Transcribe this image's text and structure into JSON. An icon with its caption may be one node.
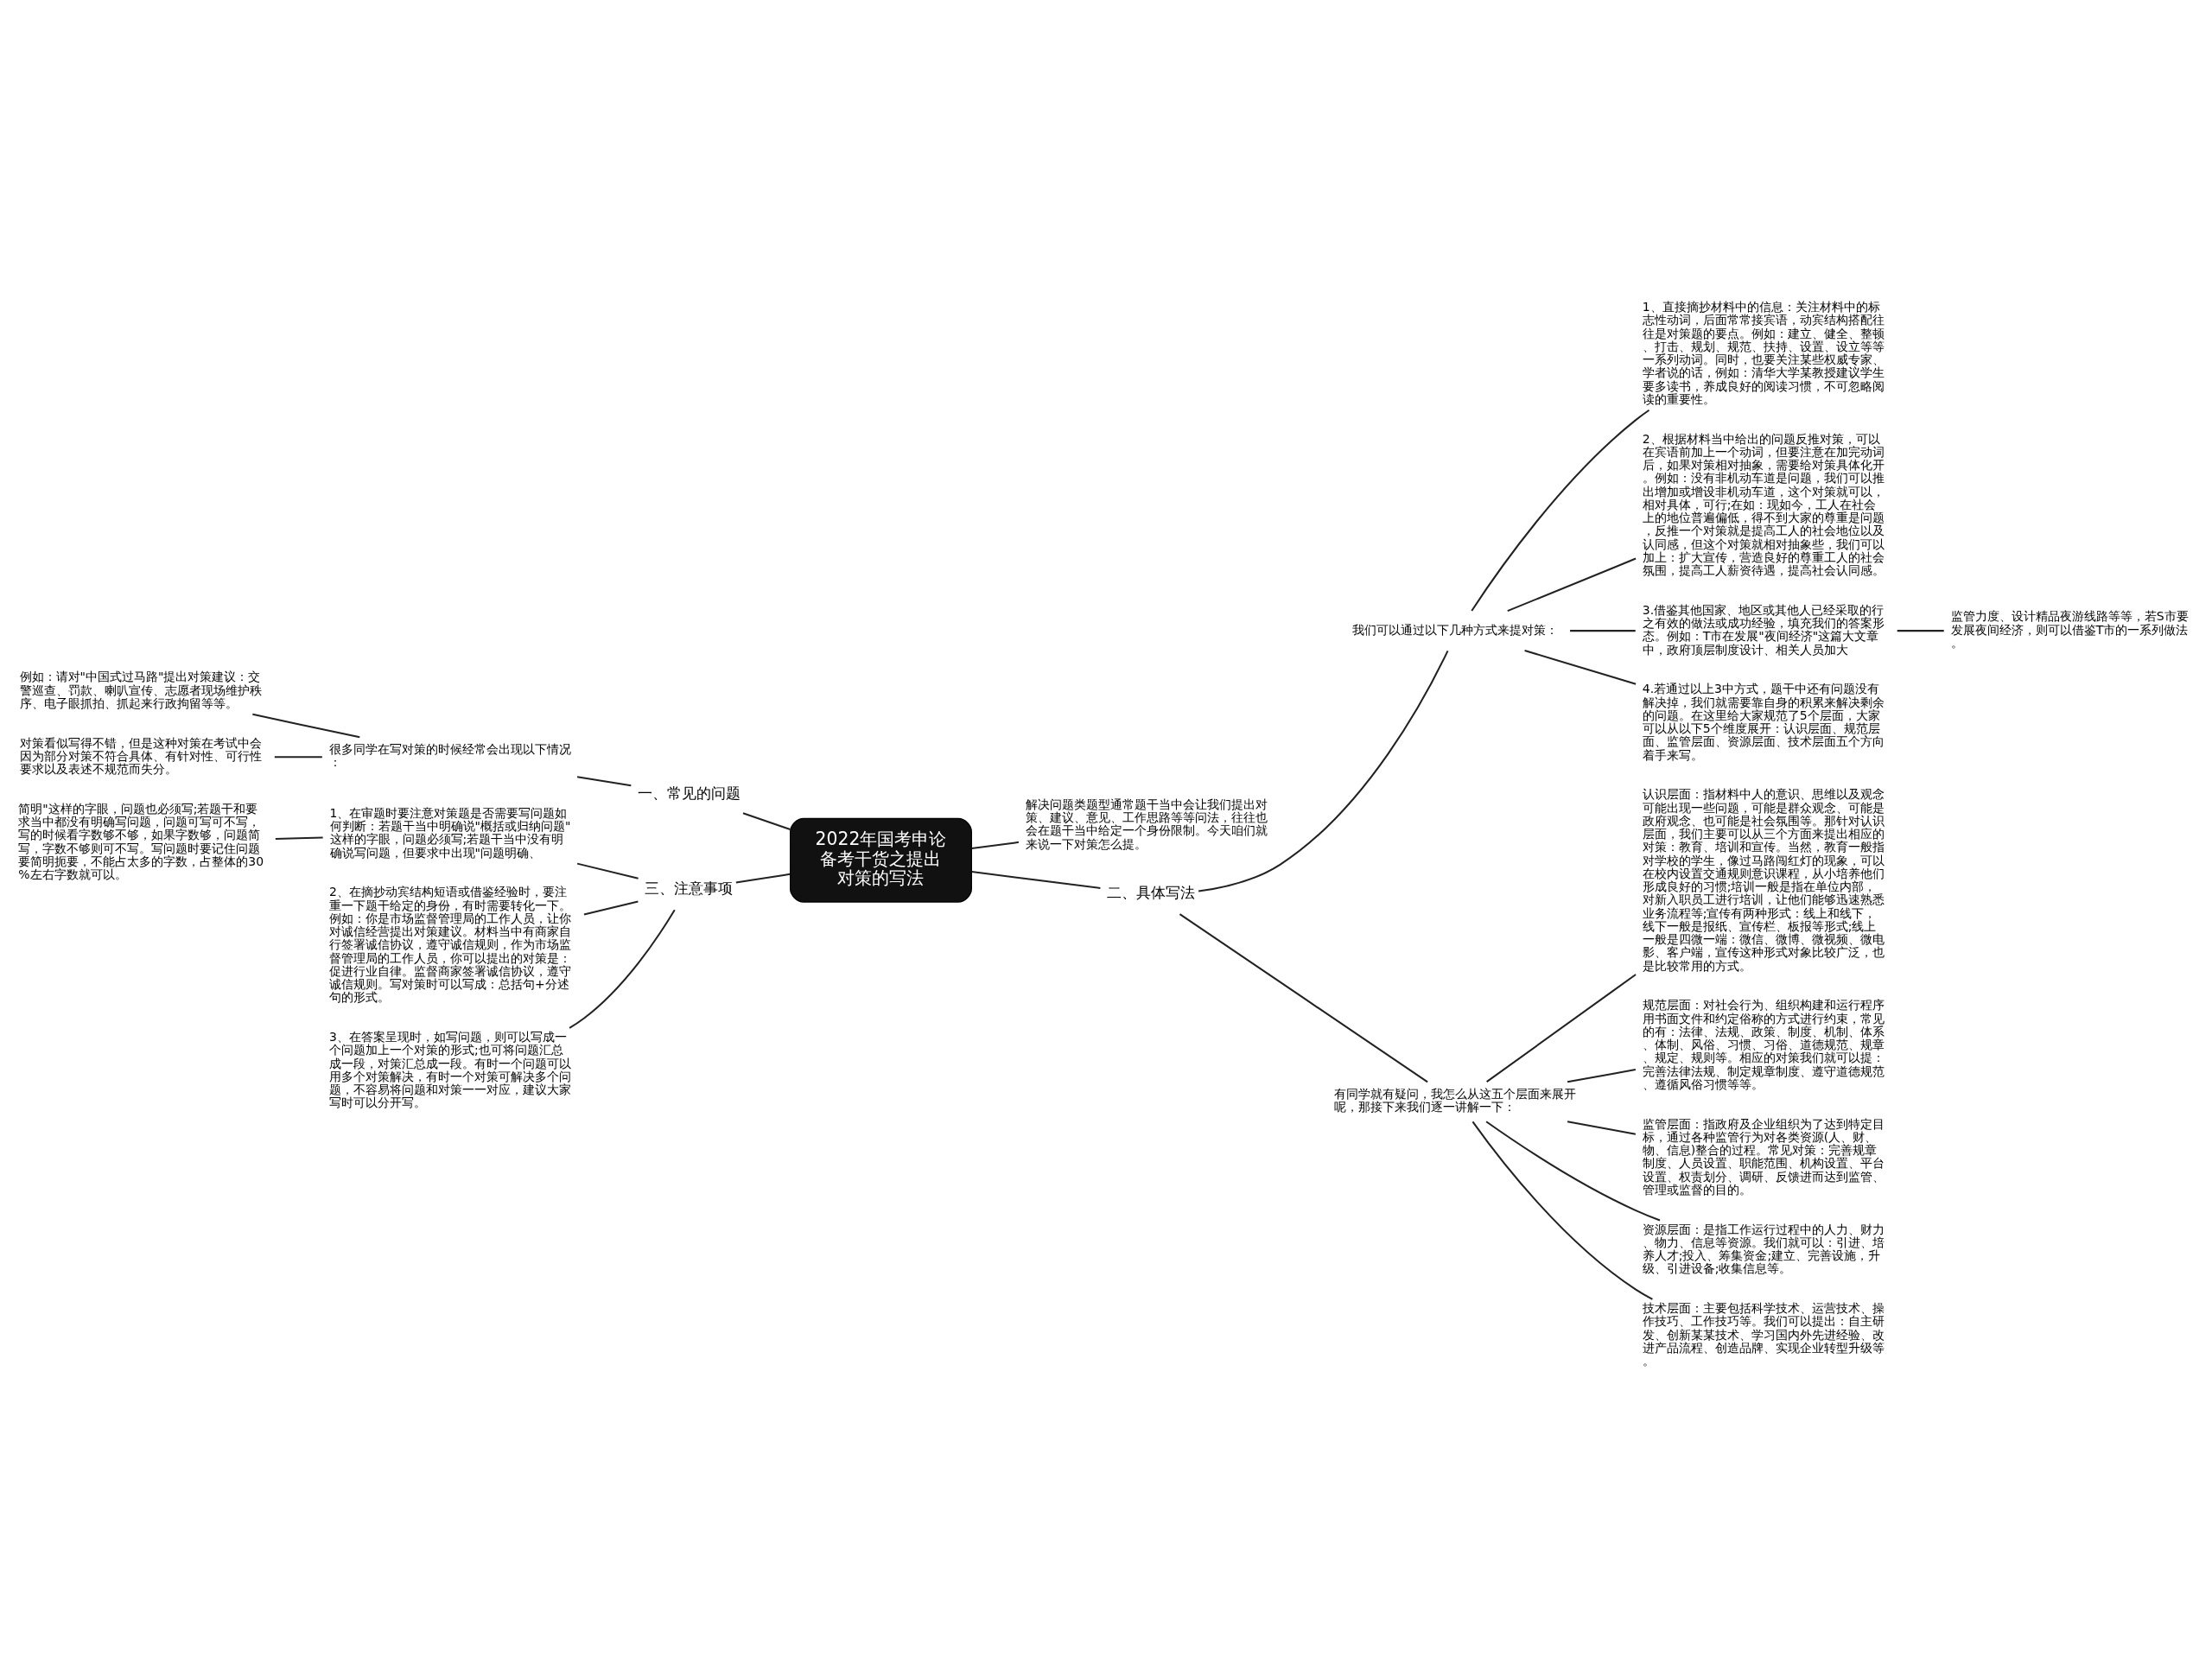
{
  "diagram": {
    "nodes": [
      {
        "text": [
          "2022年国考申论备考干货之提出对策的写法"
        ]
      },
      {
        "text": [
          "解决问题类题型通常题干当中会让我们提出对策、建议、意见、工作思路等等问法，往往也会在题干当中给定一个身份限制。今天咱们就来说一下对策怎么提。"
        ]
      },
      {
        "text": [
          "一、常见的问题"
        ]
      },
      {
        "text": [
          "很多同学在写对策的时候经常会出现以下情况："
        ]
      },
      {
        "text": [
          "例如：请对\"中国式过马路\"提出对策建议：交警巡查、罚款、喇叭宣传、志愿者现场维护秩序、电子眼抓拍、抓起来行政拘留等等。"
        ]
      },
      {
        "text": [
          "对策看似写得不错，但是这种对策在考试中会因为部分对策不符合具体、有针对性、可行性要求以及表述不规范而失分。"
        ]
      },
      {
        "text": [
          "三、注意事项"
        ]
      },
      {
        "text": [
          "1、在审题时要注意对策题是否需要写问题如何判断：若题干当中明确说\"概括或归纳问题\"这样的字眼，问题必须写;若题干当中没有明确说写问题，但要求中出现\"问题明确、"
        ]
      },
      {
        "text": [
          "简明\"这样的字眼，问题也必须写;若题干和要求当中都没有明确写问题，问题可写可不写，写的时候看字数够不够，如果字数够，问题简写，字数不够则可不写。写问题时要记住问题要简明扼要，不能占太多的字数，占整体的30%左右字数就可以。"
        ]
      },
      {
        "text": [
          "2、在摘抄动宾结构短语或借鉴经验时，要注重一下题干给定的身份，有时需要转化一下。例如：你是市场监督管理局的工作人员，让你对诚信经营提出对策建议。材料当中有商家自行签署诚信协议，遵守诚信规则，作为市场监督管理局的工作人员，你可以提出的对策是：促进行业自律。监督商家签署诚信协议，遵守诚信规则。写对策时可以写成：总括句+分述句的形式。"
        ]
      },
      {
        "text": [
          "3、在答案呈现时，如写问题，则可以写成一个问题加上一个对策的形式;也可将问题汇总成一段，对策汇总成一段。有时一个问题可以用多个对策解决，有时一个对策可解决多个问题，不容易将问题和对策一一对应，建议大家写时可以分开写。"
        ]
      },
      {
        "text": [
          "二、具体写法"
        ]
      },
      {
        "text": [
          "我们可以通过以下几种方式来提对策："
        ]
      },
      {
        "text": [
          "1、直接摘抄材料中的信息：关注材料中的标志性动词，后面常常接宾语，动宾结构搭配往往是对策题的要点。例如：建立、健全、整顿、打击、规划、规范、扶持、设置、设立等等一系列动词。同时，也要关注某些权威专家、学者说的话，例如：清华大学某教授建议学生要多读书，养成良好的阅读习惯，不可忽略阅读的重要性。"
        ]
      },
      {
        "text": [
          "2、根据材料当中给出的问题反推对策，可以在宾语前加上一个动词，但要注意在加完动词后，如果对策相对抽象，需要给对策具体化开。例如：没有非机动车道是问题，我们可以推出增加或增设非机动车道，这个对策就可以，相对具体，可行;在如：现如今，工人在社会上的地位普遍偏低，得不到大家的尊重是问题，反推一个对策就是提高工人的社会地位以及认同感，但这个对策就相对抽象些，我们可以加上：扩大宣传，营造良好的尊重工人的社会氛围，提高工人薪资待遇，提高社会认同感。"
        ]
      },
      {
        "text": [
          "3.借鉴其他国家、地区或其他人已经采取的行之有效的做法或成功经验，填充我们的答案形态。例如：T市在发展\"夜间经济\"这篇大文章中，政府顶层制度设计、相关人员加大"
        ]
      },
      {
        "text": [
          "监管力度、设计精品夜游线路等等，若S市要发展夜间经济，则可以借鉴T市的一系列做法。"
        ]
      },
      {
        "text": [
          "4.若通过以上3中方式，题干中还有问题没有解决掉，我们就需要靠自身的积累来解决剩余的问题。在这里给大家规范了5个层面，大家可以从以下5个维度展开：认识层面、规范层面、监管层面、资源层面、技术层面五个方向着手来写。"
        ]
      },
      {
        "text": [
          "有同学就有疑问，我怎么从这五个层面来展开呢，那接下来我们逐一讲解一下："
        ]
      },
      {
        "text": [
          "认识层面：指材料中人的意识、思维以及观念可能出现一些问题，可能是群众观念、可能是政府观念、也可能是社会氛围等。那针对认识层面，我们主要可以从三个方面来提出相应的对策：教育、培训和宣传。当然，教育一般指对学校的学生，像过马路闯红灯的现象，可以在校内设置交通规则意识课程，从小培养他们形成良好的习惯;培训一般是指在单位内部，对新入职员工进行培训，让他们能够迅速熟悉业务流程等;宣传有两种形式：线上和线下，线下一般是报纸、宣传栏、板报等形式;线上一般是四微一端：微信、微博、微视频、微电影、客户端，宣传这种形式对象比较广泛，也是比较常用的方式。"
        ]
      },
      {
        "text": [
          "规范层面：对社会行为、组织构建和运行程序用书面文件和约定俗称的方式进行约束，常见的有：法律、法规、政策、制度、机制、体系、体制、风俗、习惯、习俗、道德规范、规章、规定、规则等。相应的对策我们就可以提：完善法律法规、制定规章制度、遵守道德规范、遵循风俗习惯等等。"
        ]
      },
      {
        "text": [
          "监管层面：指政府及企业组织为了达到特定目标，通过各种监管行为对各类资源(人、财、物、信息)整合的过程。常见对策：完善规章制度、人员设置、职能范围、机构设置、平台设置、权责划分、调研、反馈进而达到监管、管理或监督的目的。"
        ]
      },
      {
        "text": [
          "资源层面：是指工作运行过程中的人力、财力、物力、信息等资源。我们就可以：引进、培养人才;投入、筹集资金;建立、完善设施，升级、引进设备;收集信息等。"
        ]
      },
      {
        "text": [
          "技术层面：主要包括科学技术、运营技术、操作技巧、工作技巧等。我们可以提出：自主研发、创新某某技术、学习国内外先进经验、改进产品流程、创造品牌、实现企业转型升级等。"
        ]
      }
    ],
    "edges": [
      {
        "from": 0,
        "to": 1,
        "arrow": "none"
      },
      {
        "from": 0,
        "to": 2,
        "arrow": "none"
      },
      {
        "from": 2,
        "to": 3,
        "arrow": "none"
      },
      {
        "from": 3,
        "to": 4,
        "arrow": "none"
      },
      {
        "from": 3,
        "to": 5,
        "arrow": "none"
      },
      {
        "from": 0,
        "to": 6,
        "arrow": "none"
      },
      {
        "from": 6,
        "to": 7,
        "arrow": "none"
      },
      {
        "from": 7,
        "to": 8,
        "arrow": "none"
      },
      {
        "from": 6,
        "to": 9,
        "arrow": "none"
      },
      {
        "from": 6,
        "to": 10,
        "arrow": "none"
      },
      {
        "from": 0,
        "to": 11,
        "arrow": "none"
      },
      {
        "from": 11,
        "to": 12,
        "arrow": "none"
      },
      {
        "from": 12,
        "to": 13,
        "arrow": "none"
      },
      {
        "from": 12,
        "to": 14,
        "arrow": "none"
      },
      {
        "from": 12,
        "to": 15,
        "arrow": "none"
      },
      {
        "from": 15,
        "to": 16,
        "arrow": "none"
      },
      {
        "from": 12,
        "to": 17,
        "arrow": "none"
      },
      {
        "from": 11,
        "to": 18,
        "arrow": "none"
      },
      {
        "from": 18,
        "to": 19,
        "arrow": "none"
      },
      {
        "from": 18,
        "to": 20,
        "arrow": "none"
      },
      {
        "from": 18,
        "to": 21,
        "arrow": "none"
      },
      {
        "from": 18,
        "to": 22,
        "arrow": "none"
      },
      {
        "from": 18,
        "to": 23,
        "arrow": "none"
      }
    ]
  }
}
